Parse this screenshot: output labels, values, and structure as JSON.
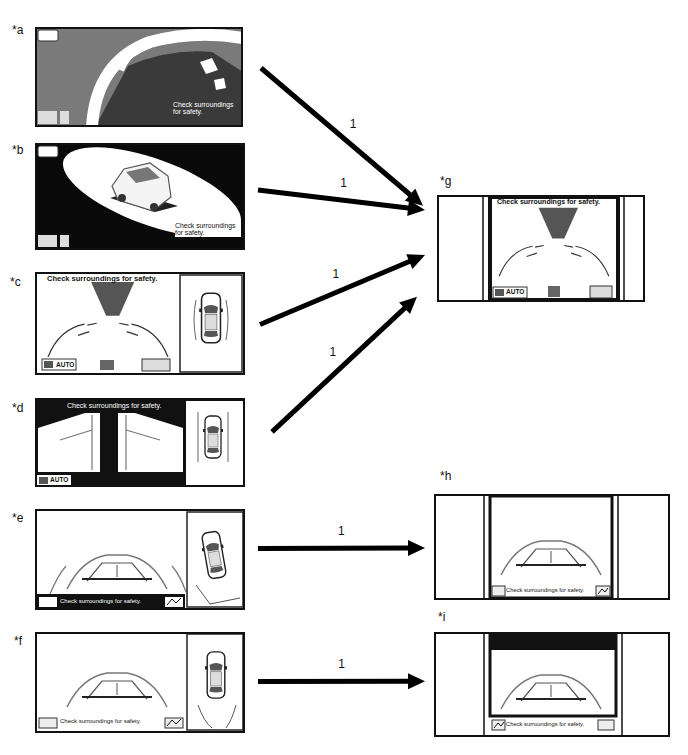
{
  "diagram": {
    "nodes": [
      {
        "text": [
          "*a",
          "Check surroundings for safety."
        ]
      },
      {
        "text": [
          "*b",
          "Check surroundings for safety."
        ]
      },
      {
        "text": [
          "*c",
          "Check surroundings for safety.",
          "AUTO"
        ]
      },
      {
        "text": [
          "*d",
          "Check surroundings for safety.",
          "AUTO"
        ]
      },
      {
        "text": [
          "*e",
          "Check surroundings for safety."
        ]
      },
      {
        "text": [
          "*f",
          "Check surroundings for safety."
        ]
      },
      {
        "text": [
          "*g",
          "Check surroundings for safety.",
          "AUTO"
        ]
      },
      {
        "text": [
          "*h",
          "Check surroundings for safety."
        ]
      },
      {
        "text": [
          "*i",
          "Check surroundings for safety."
        ]
      }
    ],
    "edges": [
      {
        "from": 0,
        "to": 6,
        "label": "1",
        "arrow": "to"
      },
      {
        "from": 1,
        "to": 6,
        "label": "1",
        "arrow": "to"
      },
      {
        "from": 2,
        "to": 6,
        "label": "1",
        "arrow": "to"
      },
      {
        "from": 3,
        "to": 6,
        "label": "1",
        "arrow": "to"
      },
      {
        "from": 4,
        "to": 7,
        "label": "1",
        "arrow": "to"
      },
      {
        "from": 5,
        "to": 8,
        "label": "1",
        "arrow": "to"
      }
    ]
  }
}
